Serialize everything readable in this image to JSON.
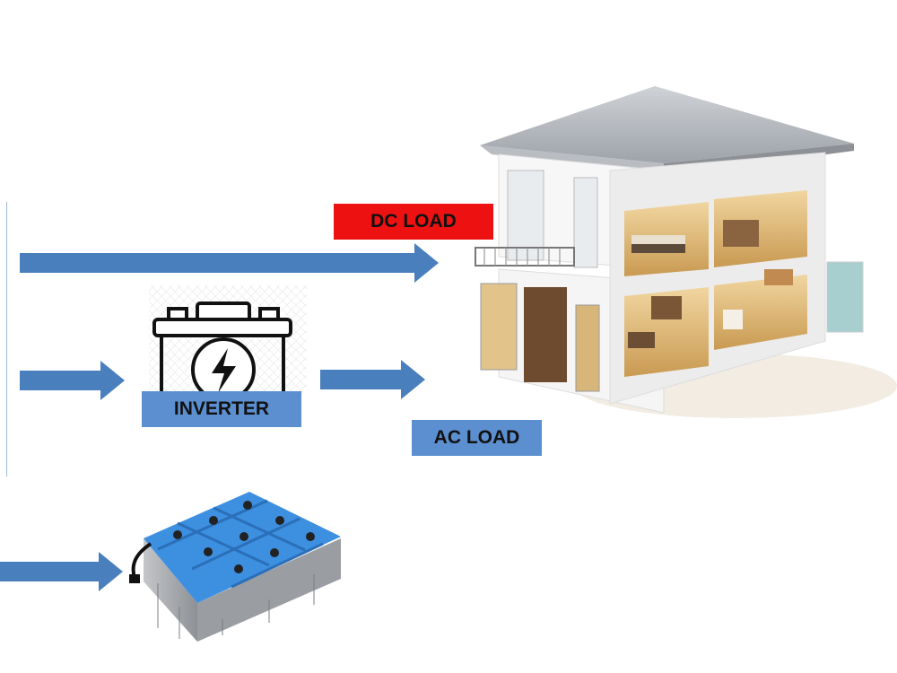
{
  "labels": {
    "dc_load": "DC LOAD",
    "ac_load": "AC LOAD",
    "inverter": "INVERTER"
  },
  "colors": {
    "arrow": "#4a7fbd",
    "dc_label_bg": "#ee1111",
    "ac_label_bg": "#5b8fd0",
    "inverter_label_bg": "#5b8fd0"
  },
  "icons": {
    "inverter": "battery-lightning-icon",
    "battery_bank": "battery-bank-icon",
    "house": "house-cutaway-icon"
  }
}
